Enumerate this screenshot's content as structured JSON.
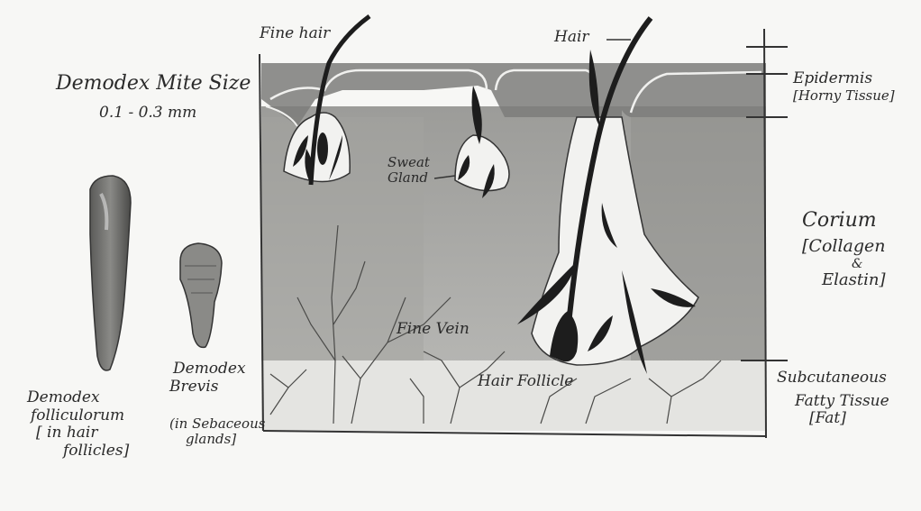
{
  "title": {
    "line1": "Demodex Mite Size",
    "line2": "0.1 - 0.3 mm"
  },
  "mites": {
    "folliculorum": {
      "name_line1": "Demodex",
      "name_line2": "folliculorum",
      "habitat_line1": "[ in hair",
      "habitat_line2": "follicles]"
    },
    "brevis": {
      "name_line1": "Demodex",
      "name_line2": "Brevis",
      "habitat_line1": "(in Sebaceous",
      "habitat_line2": "glands]"
    }
  },
  "skin_labels": {
    "fine_hair": "Fine hair",
    "hair": "Hair",
    "sweat_gland_line1": "Sweat",
    "sweat_gland_line2": "Gland",
    "fine_vein": "Fine Vein",
    "hair_follicle": "Hair Follicle"
  },
  "layers": {
    "epidermis": {
      "name": "Epidermis",
      "desc": "[Horny Tissue]"
    },
    "corium": {
      "name": "Corium",
      "desc_line1": "[Collagen",
      "desc_line2": "&",
      "desc_line3": "Elastin]"
    },
    "subcutaneous": {
      "name_line1": "Subcutaneous",
      "name_line2": "Fatty Tissue",
      "desc": "[Fat]"
    }
  },
  "colors": {
    "ink": "#2a2a2a",
    "epidermis_band": "#8d8d8b",
    "corium": "#a9a9a6",
    "corium_dark": "#8b8b88",
    "subcutaneous": "#e2e2df",
    "hair": "#1d1d1d"
  }
}
